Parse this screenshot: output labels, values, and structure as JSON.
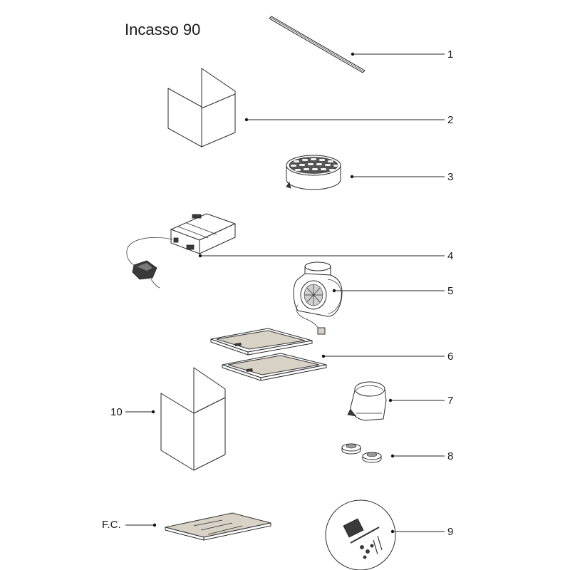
{
  "title": "Incasso 90",
  "labels": {
    "p1": "1",
    "p2": "2",
    "p3": "3",
    "p4": "4",
    "p5": "5",
    "p6": "6",
    "p7": "7",
    "p8": "8",
    "p9": "9",
    "p10": "10",
    "fc": "F.C."
  }
}
